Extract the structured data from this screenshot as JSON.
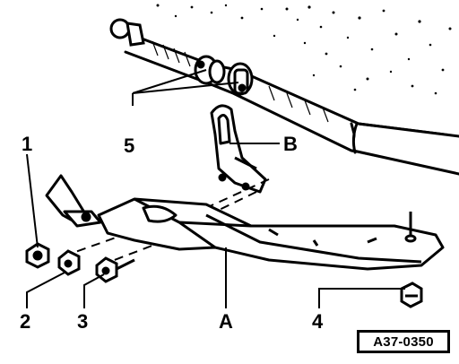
{
  "diagram": {
    "reference_code": "A37-0350",
    "callouts": {
      "c1": "1",
      "c2": "2",
      "c3": "3",
      "c4": "4",
      "c5": "5",
      "cA": "A",
      "cB": "B"
    }
  }
}
